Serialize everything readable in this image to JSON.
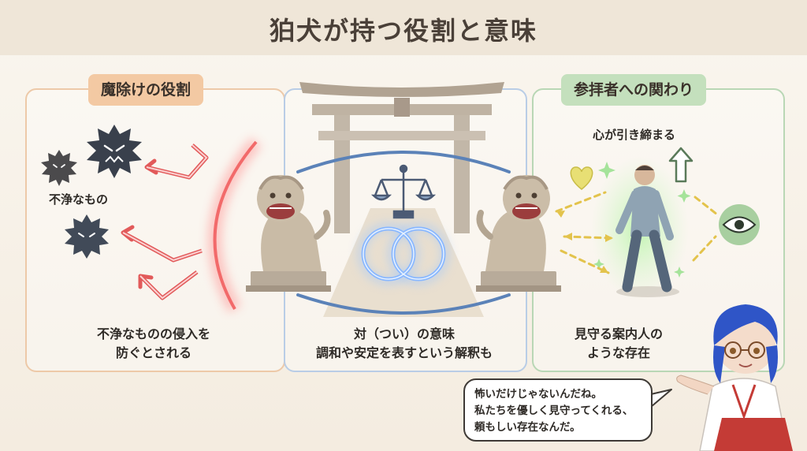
{
  "title": "狛犬が持つ役割と意味",
  "left_panel": {
    "tag": "魔除けの役割",
    "impure_label": "不浄なもの",
    "caption_line1": "不浄なものの侵入を",
    "caption_line2": "防ぐとされる"
  },
  "center_panel": {
    "caption_line1": "対（つい）の意味",
    "caption_line2": "調和や安定を表すという解釈も"
  },
  "right_panel": {
    "tag": "参拝者への関わり",
    "heart_label": "心が引き締まる",
    "caption_line1": "見守る案内人の",
    "caption_line2": "ような存在"
  },
  "speech": {
    "line1": "怖いだけじゃないんだね。",
    "line2": "私たちを優しく見守ってくれる、",
    "line3": "頼もしい存在なんだ。"
  },
  "colors": {
    "barrier": "#f07a7a",
    "arc": "#5b82b8",
    "rings": "#7fb6ff",
    "aura": "#9fe89a",
    "eye_badge": "#a8cfa0",
    "heart": "#e8df74"
  }
}
